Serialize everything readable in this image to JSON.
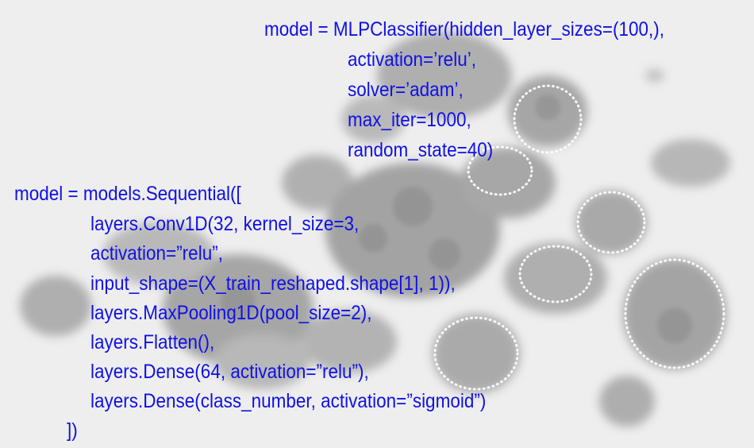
{
  "snippets": {
    "mlp_classifier": {
      "lines": [
        "model = MLPClassifier(hidden_layer_sizes=(100,),",
        "activation=’relu’,",
        "solver=’adam’,",
        "max_iter=1000,",
        "random_state=40)"
      ]
    },
    "keras_sequential": {
      "lines": [
        "model = models.Sequential([",
        "layers.Conv1D(32, kernel_size=3,",
        "activation=”relu”,",
        "input_shape=(X_train_reshaped.shape[1], 1)),",
        "layers.MaxPooling1D(pool_size=2),",
        "layers.Flatten(),",
        "layers.Dense(64, activation=”relu”),",
        "layers.Dense(class_number, activation=”sigmoid”)",
        "])"
      ]
    }
  },
  "colors": {
    "code_text": "#1010e6",
    "background": "#eeeeee",
    "blob_dark": "#8c8c8c",
    "blob_light": "#b4b4b4"
  },
  "background_image": {
    "icon": "cell-cluster-icon"
  }
}
